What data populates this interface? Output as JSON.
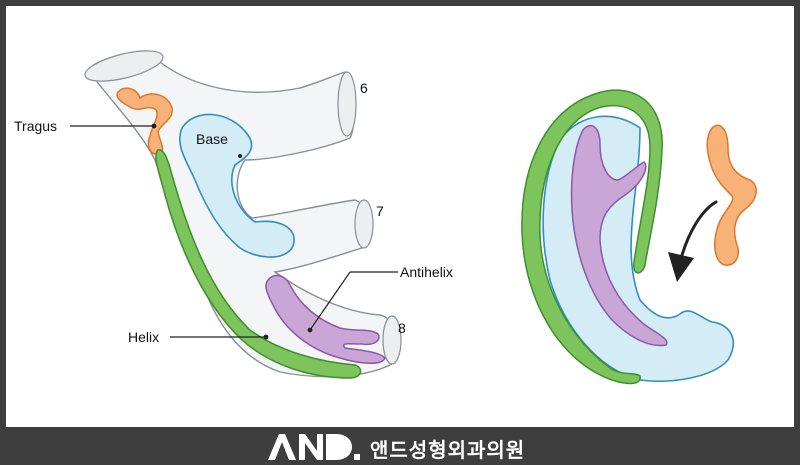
{
  "labels": {
    "tragus": "Tragus",
    "base": "Base",
    "antihelix": "Antihelix",
    "helix": "Helix",
    "rib6": "6",
    "rib7": "7",
    "rib8": "8"
  },
  "footer": {
    "logo_mark": "AND.",
    "clinic_name": "앤드성형외과의원"
  },
  "colors": {
    "cartilage_fill": "#f4f5f6",
    "cartilage_stroke": "#8a8f96",
    "base_fill": "#d3ecf6",
    "base_stroke": "#2f8fc0",
    "tragus_fill": "#f7b277",
    "tragus_stroke": "#d9782e",
    "antihelix_fill": "#c9a6d6",
    "antihelix_stroke": "#8a5aa8",
    "helix_fill": "#7dc45d",
    "helix_stroke": "#3f8f2e",
    "footer_bg": "#3e3e3e"
  }
}
